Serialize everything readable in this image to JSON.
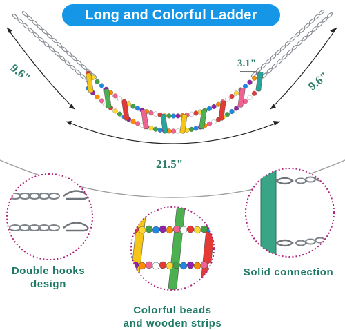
{
  "banner": {
    "title": "Long and Colorful Ladder"
  },
  "dimensions": {
    "left_length": "9.6\"",
    "right_length": "9.6\"",
    "rung_spacing": "3.1\"",
    "total_length": "21.5\""
  },
  "features": [
    {
      "line1": "Double hooks",
      "line2": "design"
    },
    {
      "line1": "Colorful beads",
      "line2": "and wooden strips"
    },
    {
      "line1": "Solid connection",
      "line2": ""
    }
  ],
  "colors": {
    "banner": "#1596e6",
    "caption": "#1e7a66",
    "circle_border": "#b0237a",
    "bead_palette": [
      "#e53935",
      "#fdd835",
      "#43a047",
      "#1e88e5",
      "#8e24aa",
      "#fb8c00",
      "#f06292",
      "#ffffff"
    ],
    "rung_palette": [
      "#f5c518",
      "#4caf50",
      "#e53935",
      "#f06292",
      "#26a69a"
    ]
  }
}
